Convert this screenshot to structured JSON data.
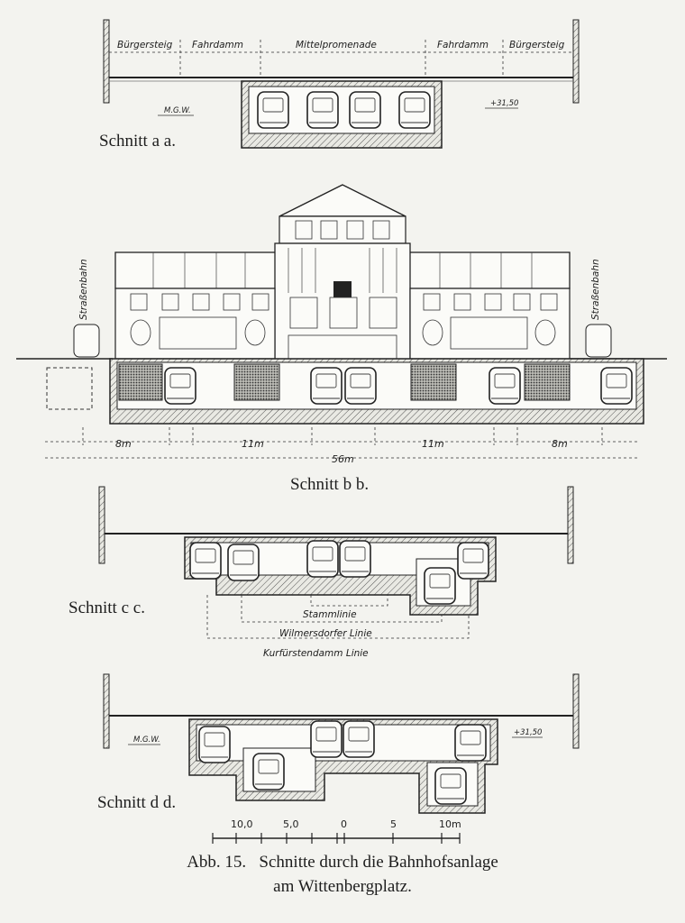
{
  "section_a": {
    "title": "Schnitt a a.",
    "street_labels": [
      "Bürgersteig",
      "Fahrdamm",
      "Mittelpromenade",
      "Fahrdamm",
      "Bürgersteig"
    ],
    "mgw_label": "M.G.W.",
    "elevation_label": "+31,50"
  },
  "section_b": {
    "title": "Schnitt b b.",
    "tram_label": "Straßenbahn",
    "dims": [
      "8m",
      "11m",
      "11m",
      "8m"
    ],
    "total_dim": "56m"
  },
  "section_c": {
    "title": "Schnitt c c.",
    "line_labels": [
      "Stammlinie",
      "Wilmersdorfer Linie",
      "Kurfürstendamm Linie"
    ]
  },
  "section_d": {
    "title": "Schnitt d d.",
    "mgw_label": "M.G.W.",
    "elevation_label": "+31,50"
  },
  "scale_bar": {
    "ticks": [
      "10,0",
      "5,0",
      "0",
      "5",
      "10m"
    ]
  },
  "caption": {
    "line1": "Abb. 15.   Schnitte durch die Bahnhofsanlage",
    "line2": "am Wittenbergplatz."
  }
}
